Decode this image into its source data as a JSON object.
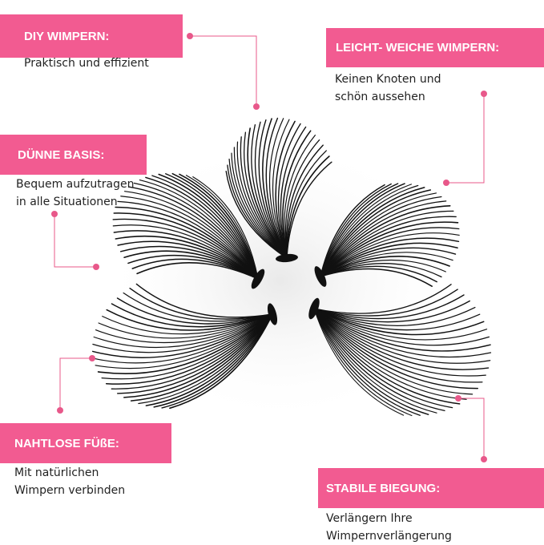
{
  "colors": {
    "accent": "#f25b91",
    "leader": "#e8588a",
    "lash": "#111111",
    "text": "#222222"
  },
  "features": {
    "diy": {
      "title": "DIY WIMPERN:",
      "lines": [
        "Praktisch und effizient"
      ]
    },
    "leicht": {
      "title": "LEICHT- WEICHE WIMPERN:",
      "lines": [
        "Keinen Knoten und",
        "schön aussehen"
      ]
    },
    "basis": {
      "title": "DÜNNE BASIS:",
      "lines": [
        "Bequem aufzutragen",
        "in alle Situationen"
      ]
    },
    "nahtlos": {
      "title": "NAHTLOSE FÜßE:",
      "lines": [
        "Mit natürlichen",
        "Wimpern verbinden"
      ]
    },
    "stabil": {
      "title": "STABILE BIEGUNG:",
      "lines": [
        "Verlängern Ihre",
        "Wimpernverlängerung"
      ]
    }
  },
  "illustration": {
    "name": "lash-clusters-image",
    "cluster_count": 5
  }
}
